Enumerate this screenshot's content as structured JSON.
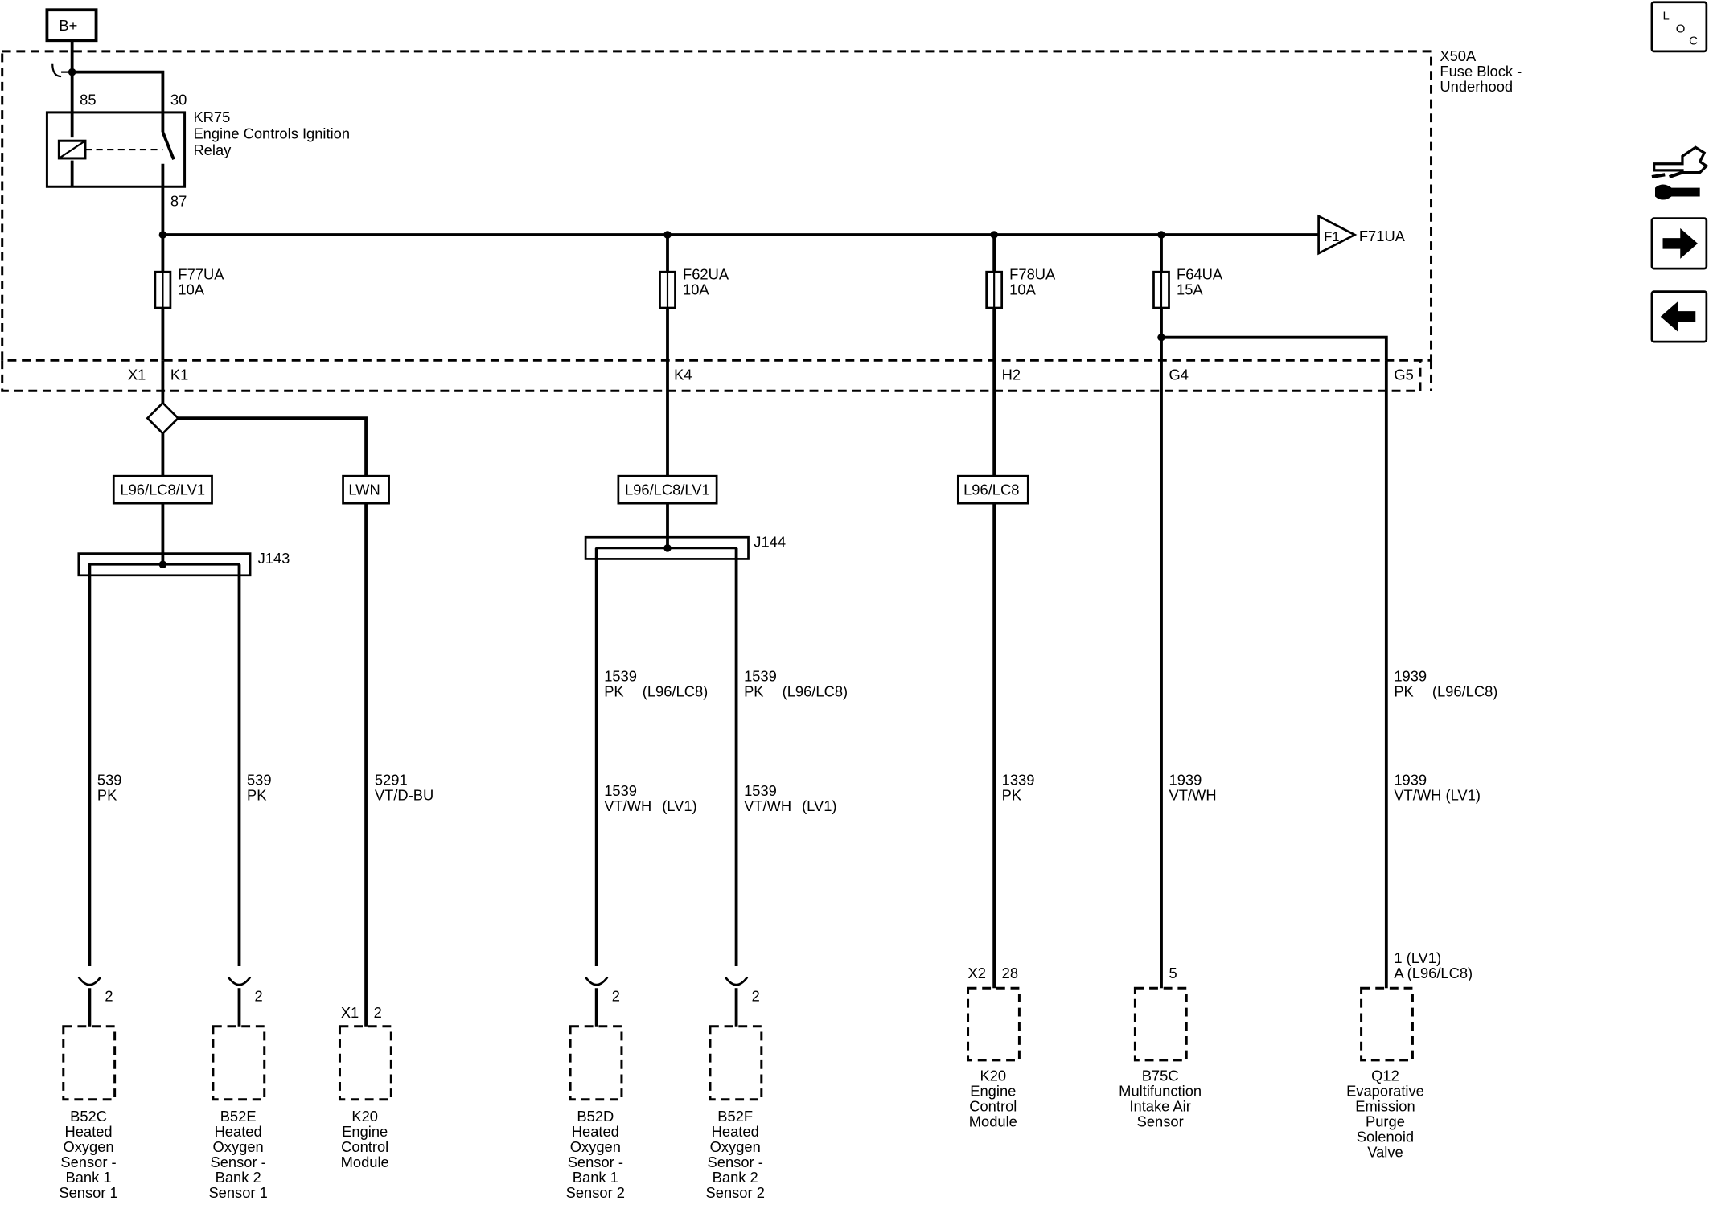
{
  "power": {
    "bplus": "B+"
  },
  "fuse_block": {
    "id": "X50A",
    "name_line1": "Fuse Block -",
    "name_line2": "Underhood"
  },
  "relay": {
    "id": "KR75",
    "name_line1": "Engine Controls Ignition",
    "name_line2": "Relay",
    "pin_85": "85",
    "pin_30": "30",
    "pin_87": "87"
  },
  "fuses": [
    {
      "id": "F77UA",
      "rating": "10A"
    },
    {
      "id": "F62UA",
      "rating": "10A"
    },
    {
      "id": "F78UA",
      "rating": "10A"
    },
    {
      "id": "F64UA",
      "rating": "15A"
    }
  ],
  "offpage": {
    "tag": "F1",
    "label": "F71UA"
  },
  "block_pins": {
    "x1": "X1",
    "k1": "K1",
    "k4": "K4",
    "h2": "H2",
    "g4": "G4",
    "g5": "G5"
  },
  "option_tags": {
    "t1": "L96/LC8/LV1",
    "t2": "LWN",
    "t3": "L96/LC8/LV1",
    "t4": "L96/LC8"
  },
  "splices": {
    "j143": "J143",
    "j144": "J144"
  },
  "wires": {
    "w1": {
      "circuit": "539",
      "color": "PK"
    },
    "w2": {
      "circuit": "539",
      "color": "PK"
    },
    "w3": {
      "circuit": "5291",
      "color": "VT/D-BU"
    },
    "w4": {
      "a_circuit": "1539",
      "a_color": "PK",
      "a_opt": "(L96/LC8)",
      "b_circuit": "1539",
      "b_color": "VT/WH",
      "b_opt": "(LV1)"
    },
    "w5": {
      "a_circuit": "1539",
      "a_color": "PK",
      "a_opt": "(L96/LC8)",
      "b_circuit": "1539",
      "b_color": "VT/WH",
      "b_opt": "(LV1)"
    },
    "w6": {
      "circuit": "1339",
      "color": "PK"
    },
    "w7": {
      "circuit": "1939",
      "color": "VT/WH"
    },
    "w8": {
      "a_circuit": "1939",
      "a_color": "PK",
      "a_opt": "(L96/LC8)",
      "b_circuit": "1939",
      "b_color": "VT/WH (LV1)"
    }
  },
  "components": [
    {
      "pin": "2",
      "id": "B52C",
      "l1": "Heated",
      "l2": "Oxygen",
      "l3": "Sensor -",
      "l4": "Bank 1",
      "l5": "Sensor 1"
    },
    {
      "pin": "2",
      "id": "B52E",
      "l1": "Heated",
      "l2": "Oxygen",
      "l3": "Sensor -",
      "l4": "Bank 2",
      "l5": "Sensor 1"
    },
    {
      "conn": "X1",
      "pin": "2",
      "id": "K20",
      "l1": "Engine",
      "l2": "Control",
      "l3": "Module"
    },
    {
      "pin": "2",
      "id": "B52D",
      "l1": "Heated",
      "l2": "Oxygen",
      "l3": "Sensor -",
      "l4": "Bank 1",
      "l5": "Sensor 2"
    },
    {
      "pin": "2",
      "id": "B52F",
      "l1": "Heated",
      "l2": "Oxygen",
      "l3": "Sensor -",
      "l4": "Bank 2",
      "l5": "Sensor 2"
    },
    {
      "conn": "X2",
      "pin": "28",
      "id": "K20",
      "l1": "Engine",
      "l2": "Control",
      "l3": "Module"
    },
    {
      "pin": "5",
      "id": "B75C",
      "l1": "Multifunction",
      "l2": "Intake Air",
      "l3": "Sensor"
    },
    {
      "pin_a": "1 (LV1)",
      "pin_b": "A  (L96/LC8)",
      "id": "Q12",
      "l1": "Evaporative",
      "l2": "Emission",
      "l3": "Purge",
      "l4": "Solenoid",
      "l5": "Valve"
    }
  ],
  "side_icons": {
    "loc": {
      "l": "L",
      "o": "O",
      "c": "C"
    },
    "items": [
      "location-icon",
      "connector-tools-icon",
      "next-arrow-icon",
      "back-arrow-icon"
    ]
  }
}
